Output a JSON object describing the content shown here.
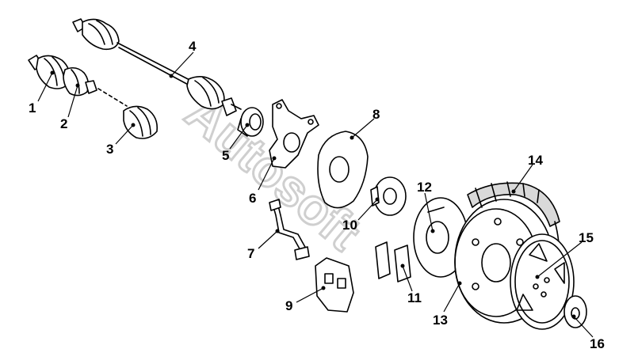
{
  "watermark": "Autosoft",
  "callouts": [
    {
      "id": "1",
      "label": "1"
    },
    {
      "id": "2",
      "label": "2"
    },
    {
      "id": "3",
      "label": "3"
    },
    {
      "id": "4",
      "label": "4"
    },
    {
      "id": "5",
      "label": "5"
    },
    {
      "id": "6",
      "label": "6"
    },
    {
      "id": "7",
      "label": "7"
    },
    {
      "id": "8",
      "label": "8"
    },
    {
      "id": "9",
      "label": "9"
    },
    {
      "id": "10",
      "label": "10"
    },
    {
      "id": "11",
      "label": "11"
    },
    {
      "id": "12",
      "label": "12"
    },
    {
      "id": "13",
      "label": "13"
    },
    {
      "id": "14",
      "label": "14"
    },
    {
      "id": "15",
      "label": "15"
    },
    {
      "id": "16",
      "label": "16"
    }
  ]
}
